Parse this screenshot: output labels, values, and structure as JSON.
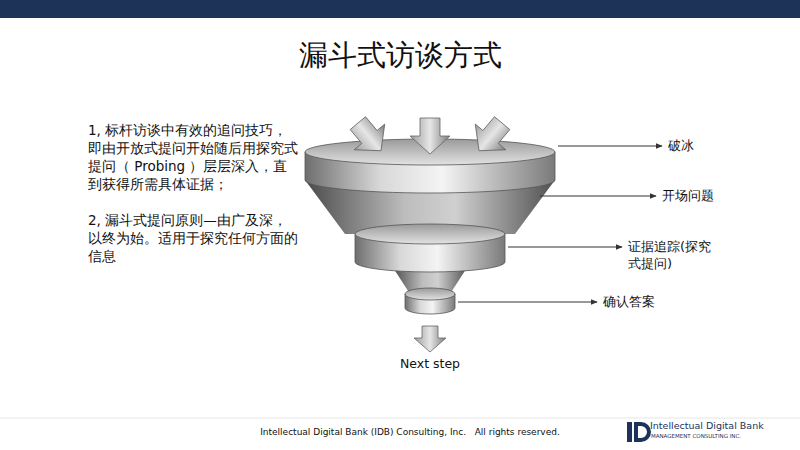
{
  "diagram": {
    "title": "漏斗式访谈方式",
    "labels": [
      "1, 标杆访谈中有效的追问技巧，即由开放式提问开始随后用探究式提问（ Probing ）层层深入，直到获得所需具体证据；",
      "2, 漏斗式提问原则—由广及深，以终为始。适用于探究任何方面的信息",
      "破冰",
      "开场问题",
      "证据追踪(探究式提问)",
      "确认答案",
      "Next step",
      "Intellectual Digital Bank (IDB) Consulting, Inc.   All rights reserved.",
      "Intellectual Digital Bank",
      "MANAGEMENT CONSULTING INC."
    ]
  }
}
